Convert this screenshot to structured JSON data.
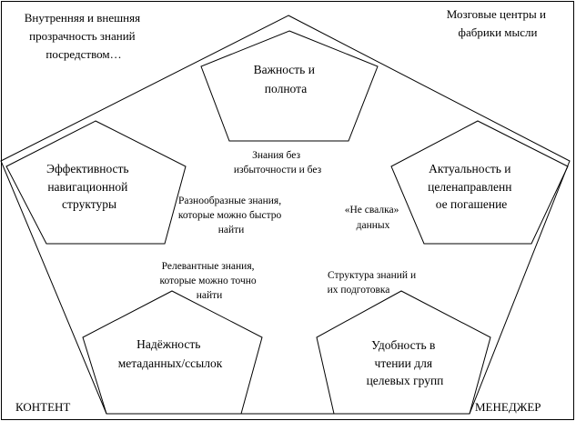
{
  "corners": {
    "top_left": [
      "Внутренняя и внешняя",
      "прозрачность знаний",
      "посредством…"
    ],
    "top_right": [
      "Мозговые центры и",
      "фабрики мысли"
    ],
    "bottom_left": [
      "КОНТЕНТ"
    ],
    "bottom_right": [
      "МЕНЕДЖЕР"
    ]
  },
  "pentagons": {
    "top": [
      "Важность и",
      "полнота"
    ],
    "left": [
      "Эффективность",
      "навигационной",
      "структуры"
    ],
    "right": [
      "Актуальность и",
      "целенаправленн",
      "ое погашение"
    ],
    "bottom_left": [
      "Надёжность",
      "метаданных/ссылок"
    ],
    "bottom_right": [
      "Удобность в",
      "чтении для",
      "целевых групп"
    ]
  },
  "edges": {
    "top_left": [
      "Разнообразные знания,",
      "которые можно быстро",
      "найти"
    ],
    "top_right": [
      "Знания без",
      "избыточности и без"
    ],
    "right": [
      "«Не свалка»",
      "данных"
    ],
    "left": [
      "Релевантные знания,",
      "которые можно точно",
      "найти"
    ],
    "bottom": [
      "Структура знаний и",
      "их подготовка"
    ]
  }
}
